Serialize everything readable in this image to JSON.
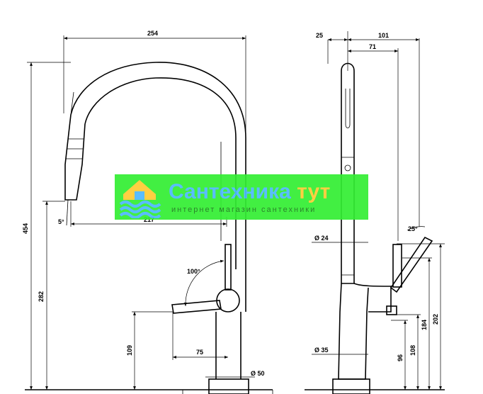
{
  "front_view": {
    "dims": {
      "overall_width": "254",
      "spout_reach": "217",
      "overall_height": "454",
      "spout_height": "282",
      "lever_height": "109",
      "lever_offset": "75",
      "base_diameter": "Ø 50",
      "lever_angle": "100°",
      "spray_angle": "5°"
    }
  },
  "side_view": {
    "dims": {
      "top_offset": "25",
      "overall_depth": "101",
      "body_depth": "71",
      "tilt_angle": "25°",
      "upper_diameter": "Ø 24",
      "lower_diameter": "Ø 35",
      "h_202": "202",
      "h_184": "184",
      "h_108": "108",
      "h_96": "96"
    }
  },
  "watermark": {
    "title_main": "Сантехника",
    "title_accent": " тут",
    "subtitle": "интернет магазин сантехники",
    "colors": {
      "background": "#33ee33",
      "text": "#4db8ff",
      "accent": "#ffcc33"
    }
  }
}
